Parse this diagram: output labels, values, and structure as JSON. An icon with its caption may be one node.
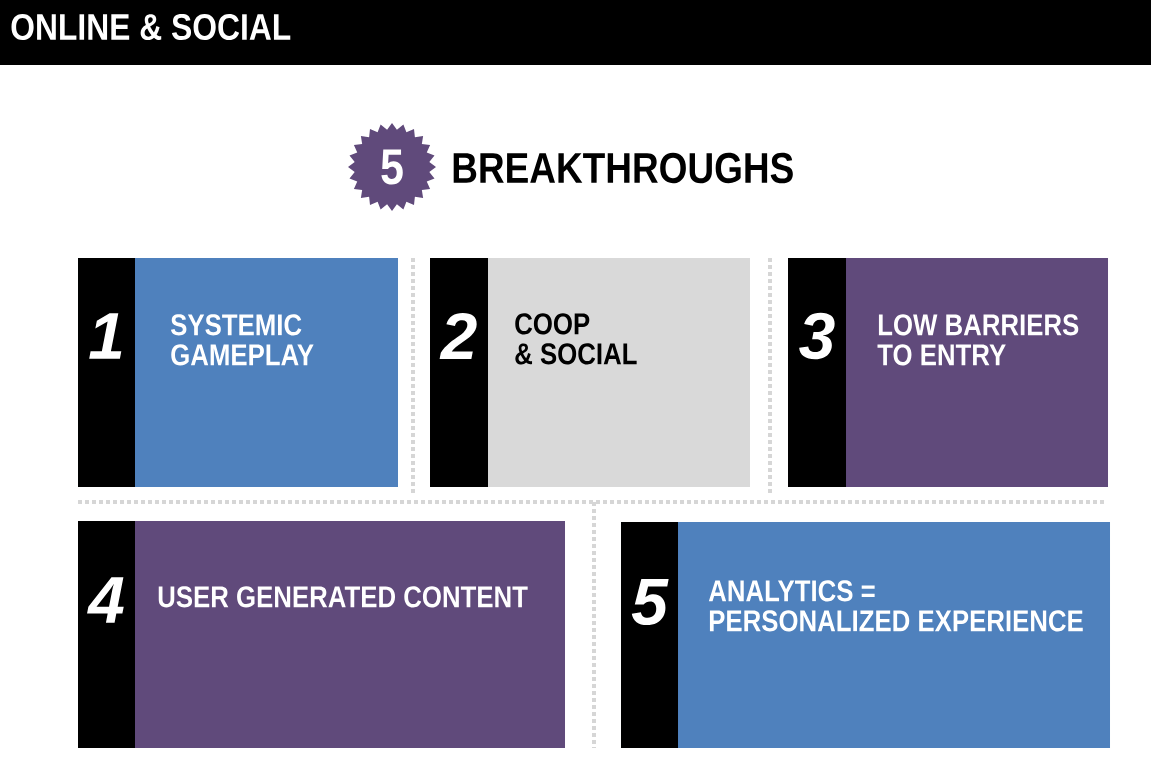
{
  "diagram": {
    "title": "ONLINE & SOCIAL",
    "nodes": [
      {
        "text": [
          "5"
        ],
        "beside": [
          "BREAKTHROUGHS"
        ]
      },
      {
        "text": [
          "1",
          "SYSTEMIC GAMEPLAY"
        ]
      },
      {
        "text": [
          "2",
          "COOP & SOCIAL"
        ]
      },
      {
        "text": [
          "3",
          "LOW BARRIERS TO ENTRY"
        ]
      },
      {
        "text": [
          "4",
          "USER GENERATED CONTENT"
        ]
      },
      {
        "text": [
          "5",
          "ANALYTICS = PERSONALIZED EXPERIENCE"
        ]
      }
    ]
  }
}
